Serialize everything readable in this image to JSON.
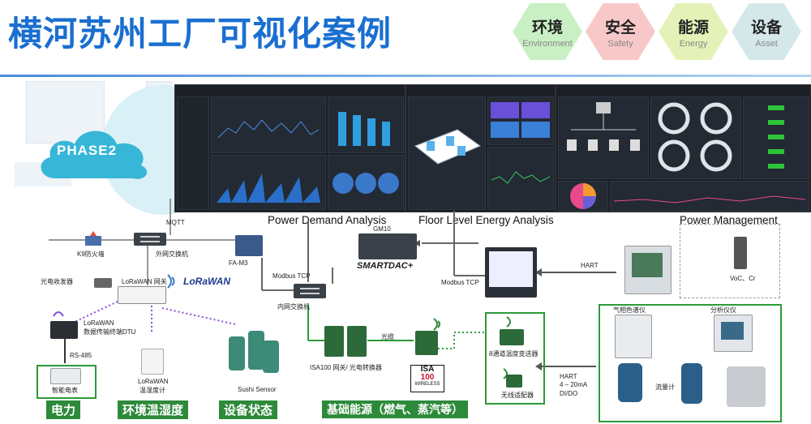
{
  "header": {
    "title": "横河苏州工厂可视化案例",
    "categories": [
      {
        "zh": "环境",
        "en": "Environment",
        "color": "#c9f0c4"
      },
      {
        "zh": "安全",
        "en": "Safety",
        "color": "#f8c8c8"
      },
      {
        "zh": "能源",
        "en": "Energy",
        "color": "#e4f2b8"
      },
      {
        "zh": "设备",
        "en": "Asset",
        "color": "#d4e8ea"
      }
    ]
  },
  "cloud": {
    "label": "PHASE2"
  },
  "dashboards": {
    "power_demand": "Power Demand Analysis",
    "floor_level": "Floor Level Energy Analysis",
    "power_management": "Power Management"
  },
  "network": {
    "mqtt": "MQTT",
    "k9_firewall": "K9防火墙",
    "outer_switch": "外网交换机",
    "fa_m3": "FA-M3",
    "smartdac": "SMARTDAC+",
    "gm10": "GM10",
    "modbus_tcp_1": "Modbus TCP",
    "modbus_tcp_2": "Modbus TCP",
    "inner_switch": "内网交换机",
    "hart": "HART",
    "vc_cr": "VoC、Cr",
    "lorawan_gateway": "LoRaWAN 网关",
    "lorawan_logo": "LoRaWAN",
    "optical_transceiver": "光电收发器",
    "lorawan_dtu_line1": "LoRaWAN",
    "lorawan_dtu_line2": "数据传输终端DTU",
    "rs485": "RS-485",
    "smart_meter": "智能电表",
    "lorawan_th_line1": "LoRaWAN",
    "lorawan_th_line2": "温湿度计",
    "sushi_sensor": "Sushi Sensor",
    "isa100_gateway": "ISA100 网关/ 光电转换器",
    "fiber": "光缆",
    "isa100_logo_line1": "ISA",
    "isa100_logo_line2": "100",
    "isa100_logo_line3": "WIRELESS",
    "temp_transmitter": "8通道温度变送器",
    "wireless_adapter": "无线适配器",
    "hart_4_20": "HART\n4 – 20mA\nDI/DO",
    "gas_chromatograph": "气相色谱仪",
    "analyzer": "分析仪仪",
    "flowmeter": "流量计"
  },
  "bottom_tags": {
    "power": "电力",
    "env_th": "环境温湿度",
    "equipment": "设备状态",
    "utilities": "基础能源（燃气、蒸汽等）"
  }
}
